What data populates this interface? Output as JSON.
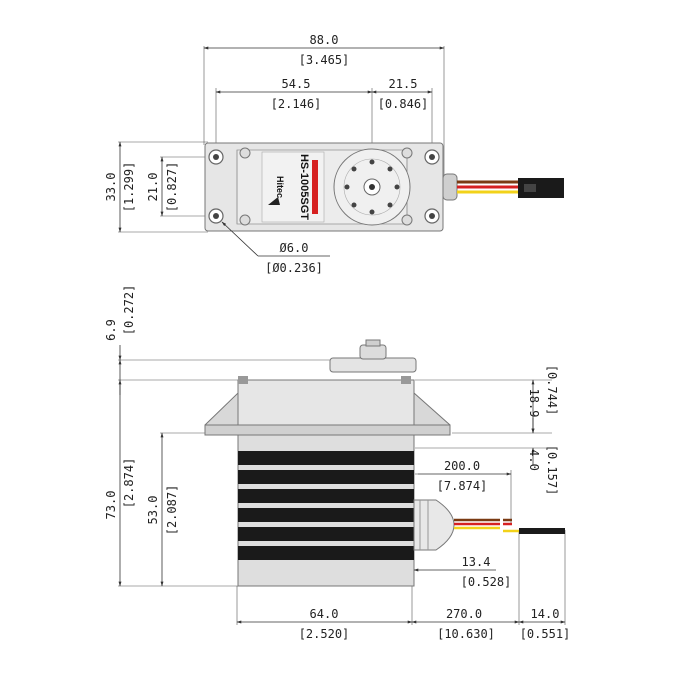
{
  "top_view": {
    "dims": {
      "overall_width": "88.0",
      "overall_width_in": "[3.465]",
      "hole_spacing": "54.5",
      "hole_spacing_in": "[2.146]",
      "shaft_offset": "21.5",
      "shaft_offset_in": "[0.846]",
      "overall_height": "33.0",
      "overall_height_in": "[1.299]",
      "hole_pitch": "21.0",
      "hole_pitch_in": "[0.827]",
      "hole_dia": "Ø6.0",
      "hole_dia_in": "[Ø0.236]"
    },
    "label": {
      "model": "HS-1005SGT",
      "brand": "Hitec"
    }
  },
  "side_view": {
    "dims": {
      "horn_height": "6.9",
      "horn_height_in": "[0.272]",
      "total_height": "73.0",
      "total_height_in": "[2.874]",
      "body_height": "53.0",
      "body_height_in": "[2.087]",
      "top_section": "18.9",
      "top_section_in": "[0.744]",
      "flange": "4.0",
      "flange_in": "[0.157]",
      "lead_strip": "200.0",
      "lead_strip_in": "[7.874]",
      "lead_offset": "13.4",
      "lead_offset_in": "[0.528]",
      "body_width": "64.0",
      "body_width_in": "[2.520]",
      "lead_length": "270.0",
      "lead_length_in": "[10.630]",
      "connector": "14.0",
      "connector_in": "[0.551]"
    }
  },
  "colors": {
    "body": "#e4e4e4",
    "fins": "#1a1a1a",
    "wire_red": "#d62020",
    "wire_yellow": "#f2d21a",
    "wire_brown": "#7a3a12",
    "model_red": "#d62020"
  }
}
